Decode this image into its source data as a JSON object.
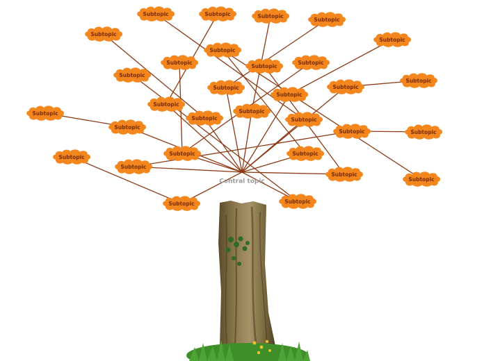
{
  "central_topic": "Central topic",
  "subtopic_label": "Subtopic",
  "colors": {
    "cloud_fill": "#f3861c",
    "cloud_text": "#7a2e06",
    "connector": "#8b3a14",
    "central_text": "#9a9a9a",
    "trunk": "#7d6a3e",
    "grass": "#3e8f2a"
  },
  "subtopics": [
    {
      "text": "Subtopic",
      "parent": "central"
    },
    {
      "text": "Subtopic",
      "parent": "central"
    },
    {
      "text": "Subtopic",
      "parent": "central"
    },
    {
      "text": "Subtopic",
      "parent": "central"
    },
    {
      "text": "Subtopic",
      "parent": "central"
    },
    {
      "text": "Subtopic",
      "parent": "central"
    },
    {
      "text": "Subtopic",
      "parent": "central"
    },
    {
      "text": "Subtopic",
      "parent": "central"
    },
    {
      "text": "Subtopic",
      "parent": "central"
    },
    {
      "text": "Subtopic",
      "parent": "central"
    },
    {
      "text": "Subtopic",
      "parent": "central"
    },
    {
      "text": "Subtopic",
      "parent": "central"
    },
    {
      "text": "Subtopic",
      "parent": "central"
    },
    {
      "text": "Subtopic",
      "parent": "central"
    },
    {
      "text": "Subtopic",
      "parent": 0
    },
    {
      "text": "Subtopic",
      "parent": 1
    },
    {
      "text": "Subtopic",
      "parent": 2
    },
    {
      "text": "Subtopic",
      "parent": 3
    },
    {
      "text": "Subtopic",
      "parent": 3
    },
    {
      "text": "Subtopic",
      "parent": 4
    },
    {
      "text": "Subtopic",
      "parent": 5
    },
    {
      "text": "Subtopic",
      "parent": 6
    },
    {
      "text": "Subtopic",
      "parent": 7
    },
    {
      "text": "Subtopic",
      "parent": 8
    },
    {
      "text": "Subtopic",
      "parent": 9
    },
    {
      "text": "Subtopic",
      "parent": 10
    },
    {
      "text": "Subtopic",
      "parent": 11
    },
    {
      "text": "Subtopic",
      "parent": 12
    },
    {
      "text": "Subtopic",
      "parent": 13
    },
    {
      "text": "Subtopic",
      "parent": 16
    },
    {
      "text": "Subtopic",
      "parent": 19
    }
  ]
}
